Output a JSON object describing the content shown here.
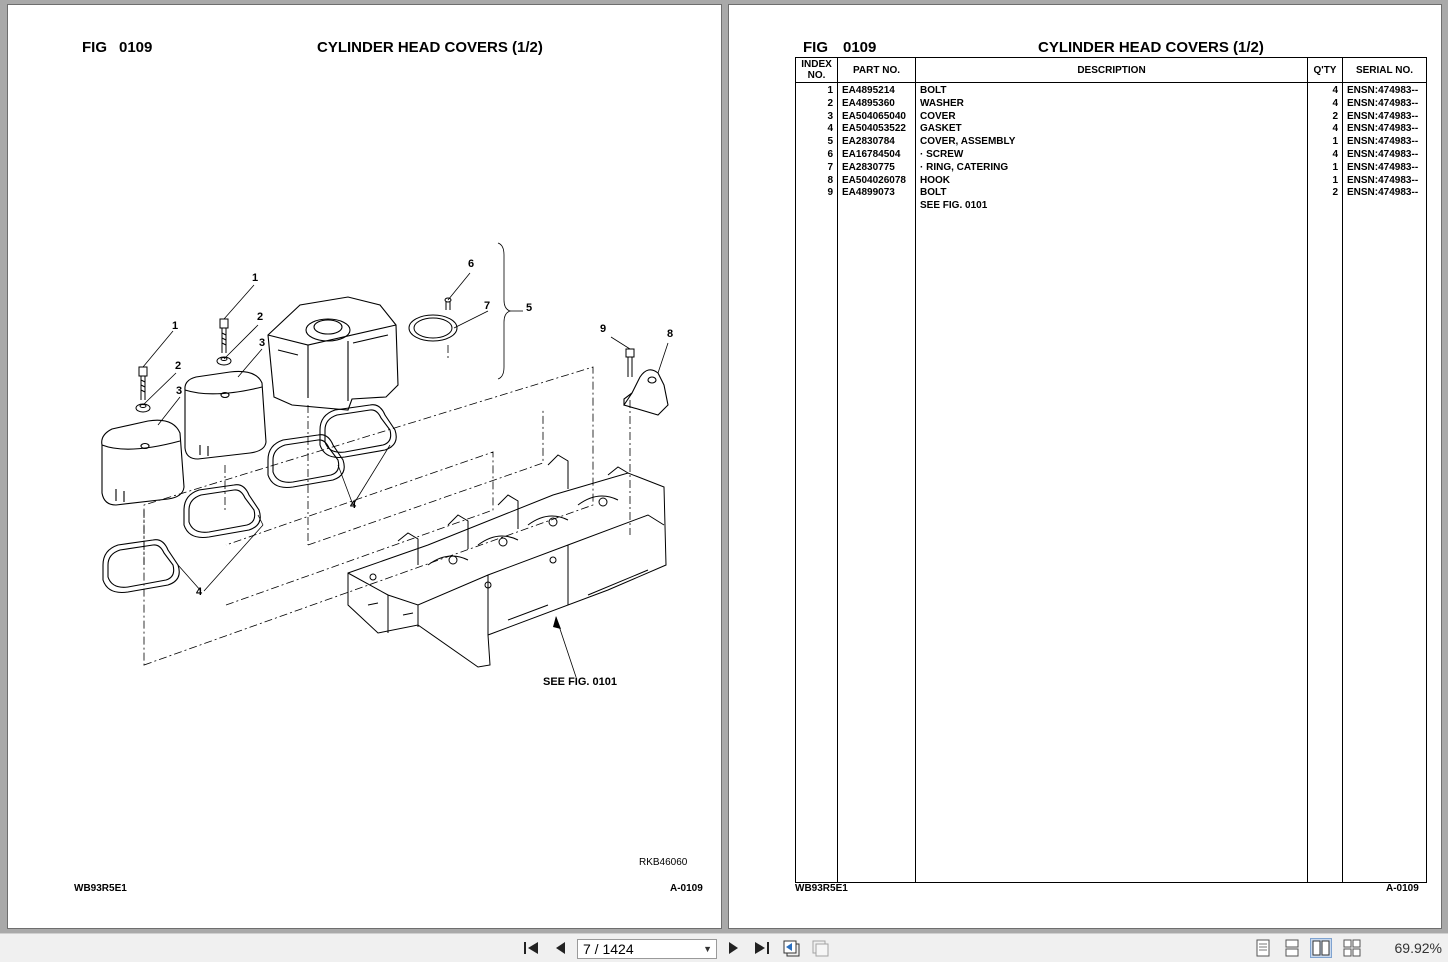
{
  "left_page": {
    "fig_label": "FIG",
    "fig_number": "0109",
    "title": "CYLINDER HEAD COVERS (1/2)",
    "drawing_ref": "RKB46060",
    "footer_left": "WB93R5E1",
    "footer_right": "A-0109",
    "callouts": [
      "1",
      "2",
      "3",
      "1",
      "2",
      "3",
      "4",
      "4",
      "5",
      "6",
      "7",
      "8",
      "9"
    ],
    "see_fig": "SEE FIG. 0101"
  },
  "right_page": {
    "fig_label": "FIG",
    "fig_number": "0109",
    "title": "CYLINDER HEAD COVERS (1/2)",
    "footer_left": "WB93R5E1",
    "footer_right": "A-0109",
    "columns": {
      "index": "INDEX NO.",
      "part": "PART NO.",
      "description": "DESCRIPTION",
      "qty": "Q'TY",
      "serial": "SERIAL NO."
    },
    "rows": [
      {
        "index": "1",
        "part": "EA4895214",
        "description": "BOLT",
        "qty": "4",
        "serial": "ENSN:474983--"
      },
      {
        "index": "2",
        "part": "EA4895360",
        "description": "WASHER",
        "qty": "4",
        "serial": "ENSN:474983--"
      },
      {
        "index": "3",
        "part": "EA504065040",
        "description": "COVER",
        "qty": "2",
        "serial": "ENSN:474983--"
      },
      {
        "index": "4",
        "part": "EA504053522",
        "description": "GASKET",
        "qty": "4",
        "serial": "ENSN:474983--"
      },
      {
        "index": "5",
        "part": "EA2830784",
        "description": "COVER, ASSEMBLY",
        "qty": "1",
        "serial": "ENSN:474983--"
      },
      {
        "index": "6",
        "part": "EA16784504",
        "description": "·  SCREW",
        "qty": "4",
        "serial": "ENSN:474983--"
      },
      {
        "index": "7",
        "part": "EA2830775",
        "description": "·  RING, CATERING",
        "qty": "1",
        "serial": "ENSN:474983--"
      },
      {
        "index": "8",
        "part": "EA504026078",
        "description": "HOOK",
        "qty": "1",
        "serial": "ENSN:474983--"
      },
      {
        "index": "9",
        "part": "EA4899073",
        "description": "BOLT",
        "qty": "2",
        "serial": "ENSN:474983--"
      }
    ],
    "note": "SEE FIG. 0101"
  },
  "toolbar": {
    "page_indicator": "7 / 1424",
    "zoom": "69.92%"
  }
}
